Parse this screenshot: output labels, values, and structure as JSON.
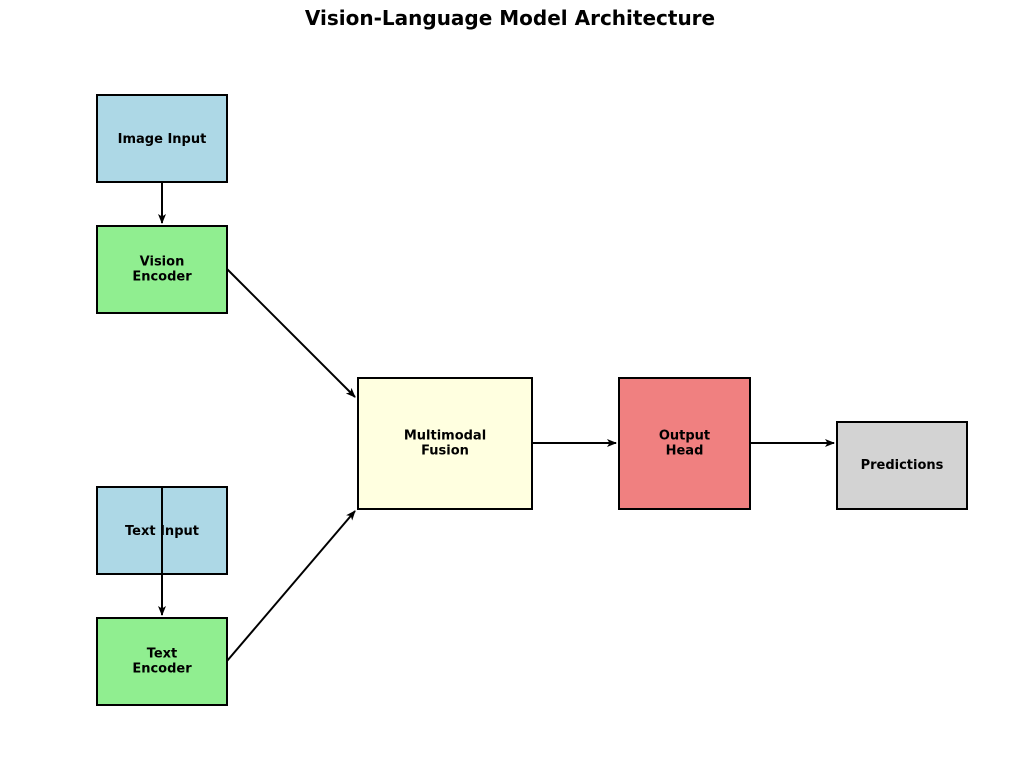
{
  "title": "Vision-Language Model Architecture",
  "nodes": {
    "image_input": {
      "lines": [
        "Image Input"
      ],
      "color": "#add8e6"
    },
    "vision_encoder": {
      "lines": [
        "Vision",
        "Encoder"
      ],
      "color": "#90ee90"
    },
    "text_input": {
      "lines": [
        "Text Input"
      ],
      "color": "#add8e6"
    },
    "text_encoder": {
      "lines": [
        "Text",
        "Encoder"
      ],
      "color": "#90ee90"
    },
    "multimodal_fusion": {
      "lines": [
        "Multimodal",
        "Fusion"
      ],
      "color": "#ffffe0"
    },
    "output_head": {
      "lines": [
        "Output",
        "Head"
      ],
      "color": "#f08080"
    },
    "predictions": {
      "lines": [
        "Predictions"
      ],
      "color": "#d3d3d3"
    }
  },
  "edges": [
    {
      "from": "image_input",
      "to": "vision_encoder"
    },
    {
      "from": "text_input",
      "to": "text_encoder"
    },
    {
      "from": "vision_encoder",
      "to": "multimodal_fusion"
    },
    {
      "from": "text_encoder",
      "to": "multimodal_fusion"
    },
    {
      "from": "multimodal_fusion",
      "to": "output_head"
    },
    {
      "from": "output_head",
      "to": "predictions"
    }
  ]
}
